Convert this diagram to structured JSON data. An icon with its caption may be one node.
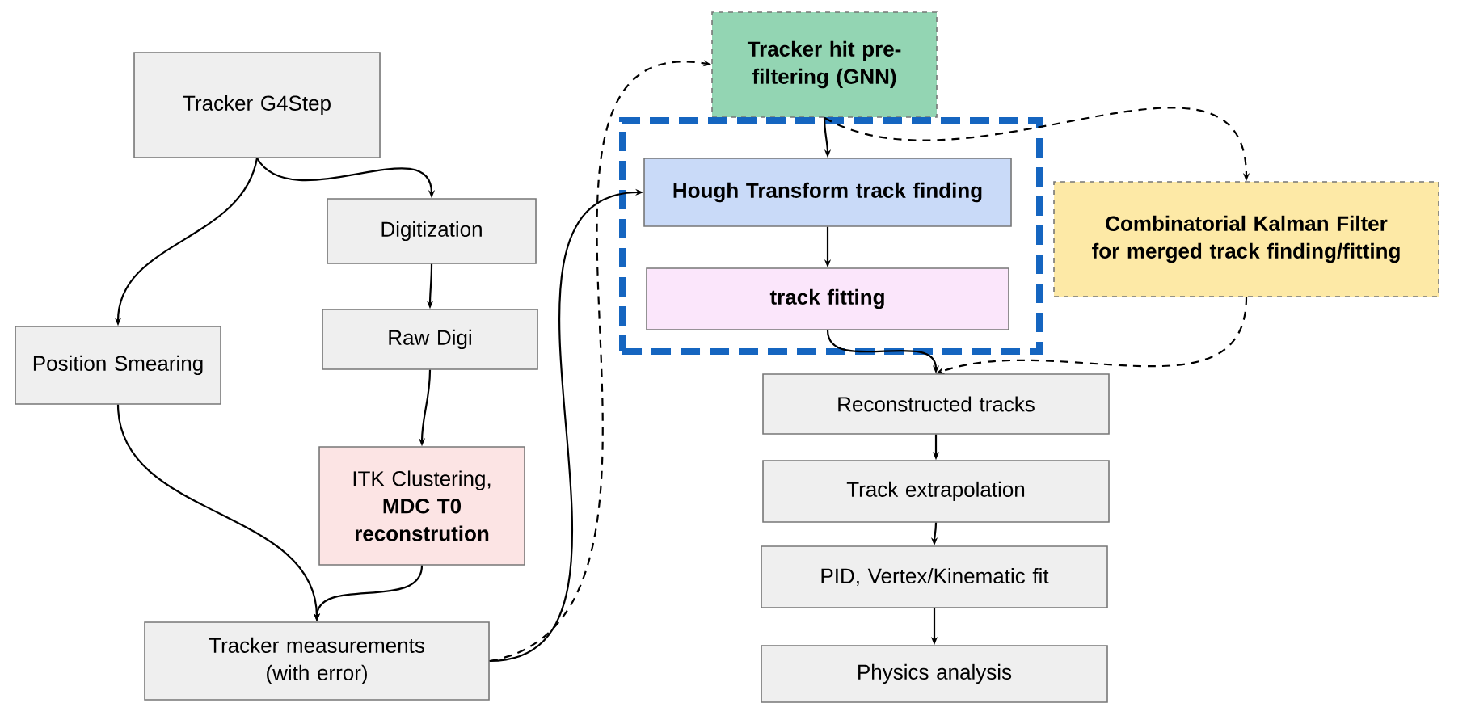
{
  "diagram": {
    "nodes": [
      {
        "text": [
          "Tracker G4Step"
        ]
      },
      {
        "text": [
          "Digitization"
        ]
      },
      {
        "text": [
          "Position Smearing"
        ]
      },
      {
        "text": [
          "Raw Digi"
        ]
      },
      {
        "text": [
          "ITK Clustering, **MDC T0 reconstrution**"
        ]
      },
      {
        "text": [
          "Tracker measurements (with error)"
        ]
      },
      {
        "text": [
          "Tracker hit pre-filtering (GNN)"
        ]
      },
      {
        "text": [],
        "shape": "box"
      },
      {
        "text": [
          "Hough Transform track finding"
        ],
        "in": 7
      },
      {
        "text": [
          "track fitting"
        ],
        "in": 7
      },
      {
        "text": [
          "Combinatorial Kalman Filter for merged track finding/fitting"
        ]
      },
      {
        "text": [
          "Reconstructed tracks"
        ]
      },
      {
        "text": [
          "Track extrapolation"
        ]
      },
      {
        "text": [
          "PID, Vertex/Kinematic fit"
        ]
      },
      {
        "text": [
          "Physics analysis"
        ]
      }
    ],
    "edges": [
      {
        "from": 0,
        "to": 1,
        "arrow": "to"
      },
      {
        "from": 0,
        "to": 2,
        "arrow": "to"
      },
      {
        "from": 1,
        "to": 3,
        "arrow": "to"
      },
      {
        "from": 3,
        "to": 4,
        "arrow": "to"
      },
      {
        "from": 2,
        "to": 5,
        "arrow": "to"
      },
      {
        "from": 4,
        "to": 5,
        "arrow": "to"
      },
      {
        "from": 5,
        "to": 8,
        "arrow": "to"
      },
      {
        "from": 5,
        "to": 6,
        "arrow": "to",
        "style": "dashed"
      },
      {
        "from": 6,
        "to": 8,
        "arrow": "to"
      },
      {
        "from": 6,
        "to": 10,
        "arrow": "to",
        "style": "dashed"
      },
      {
        "from": 8,
        "to": 9,
        "arrow": "to"
      },
      {
        "from": 9,
        "to": 11,
        "arrow": "to"
      },
      {
        "from": 10,
        "to": 11,
        "arrow": "to",
        "style": "dashed"
      },
      {
        "from": 11,
        "to": 12,
        "arrow": "to"
      },
      {
        "from": 12,
        "to": 13,
        "arrow": "to"
      },
      {
        "from": 13,
        "to": 14,
        "arrow": "to"
      }
    ]
  }
}
